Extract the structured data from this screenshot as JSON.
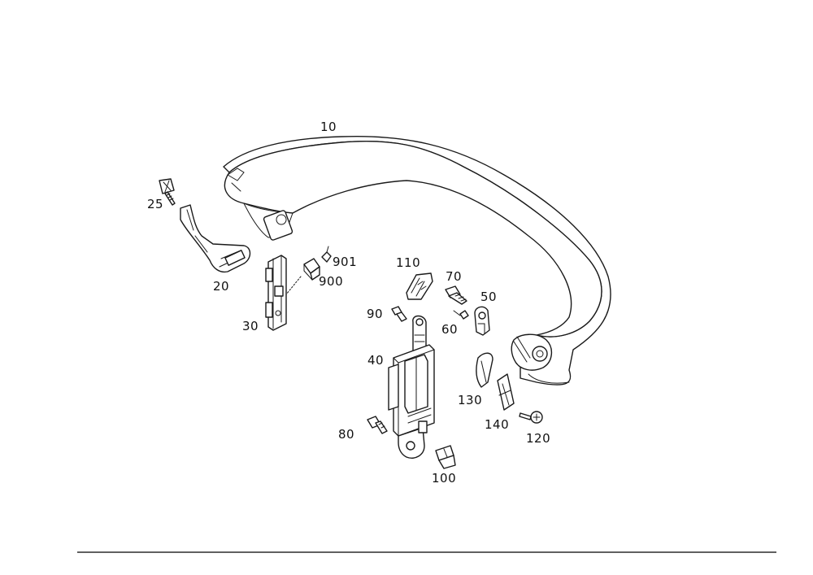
{
  "colors": {
    "line": "#1a1a1a",
    "background": "#ffffff",
    "rule": "#000000"
  },
  "parts": [
    {
      "id": "part-10",
      "label": "10"
    },
    {
      "id": "part-25",
      "label": "25"
    },
    {
      "id": "part-20",
      "label": "20"
    },
    {
      "id": "part-30",
      "label": "30"
    },
    {
      "id": "part-901",
      "label": "901"
    },
    {
      "id": "part-900",
      "label": "900"
    },
    {
      "id": "part-110",
      "label": "110"
    },
    {
      "id": "part-70",
      "label": "70"
    },
    {
      "id": "part-50",
      "label": "50"
    },
    {
      "id": "part-90",
      "label": "90"
    },
    {
      "id": "part-60",
      "label": "60"
    },
    {
      "id": "part-40",
      "label": "40"
    },
    {
      "id": "part-130",
      "label": "130"
    },
    {
      "id": "part-140",
      "label": "140"
    },
    {
      "id": "part-120",
      "label": "120"
    },
    {
      "id": "part-80",
      "label": "80"
    },
    {
      "id": "part-100",
      "label": "100"
    }
  ]
}
